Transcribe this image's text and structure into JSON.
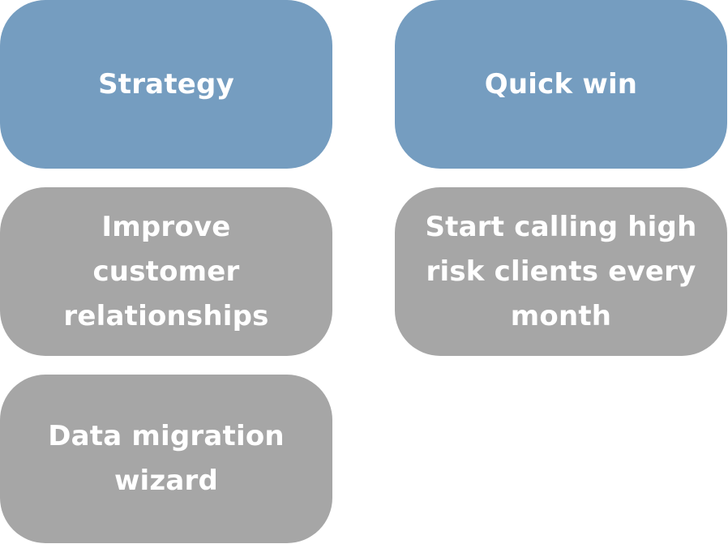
{
  "columns": [
    {
      "header": "Strategy",
      "items": [
        "Improve customer relationships",
        "Data migration wizard"
      ]
    },
    {
      "header": "Quick win",
      "items": [
        "Start calling high risk clients every month"
      ]
    }
  ],
  "colors": {
    "header": "#759dc0",
    "item": "#a6a6a6",
    "text": "#ffffff"
  }
}
